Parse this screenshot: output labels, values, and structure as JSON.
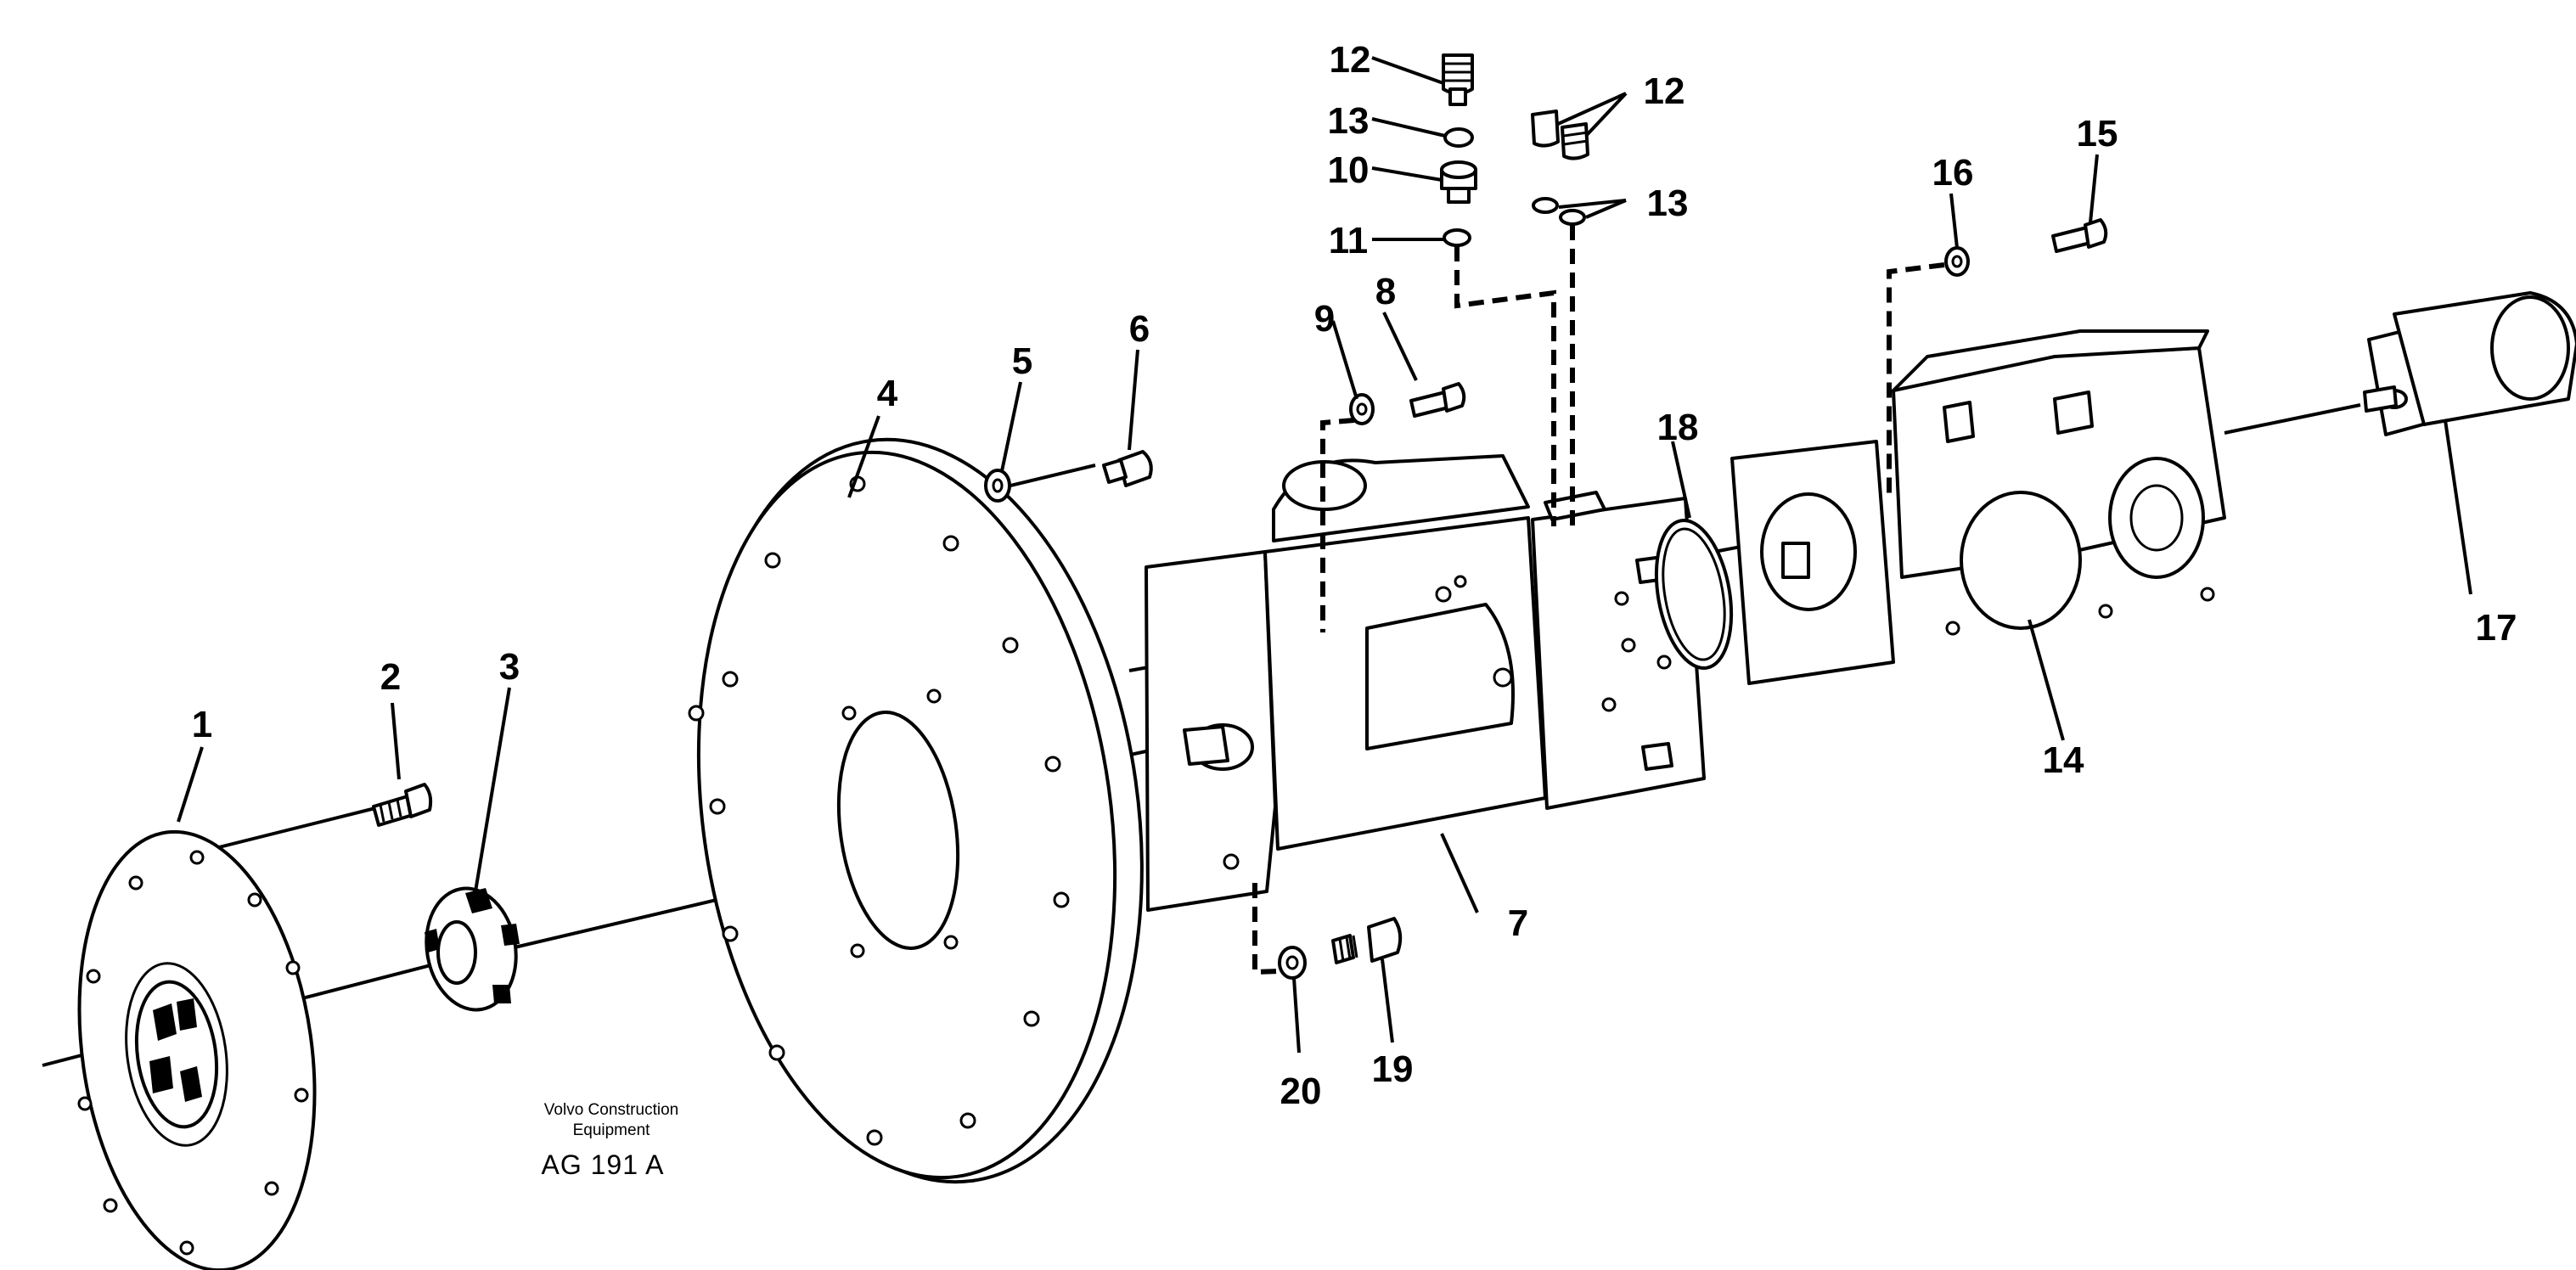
{
  "diagram": {
    "callouts": {
      "c1": "1",
      "c2": "2",
      "c3": "3",
      "c4": "4",
      "c5": "5",
      "c6": "6",
      "c7": "7",
      "c8": "8",
      "c9": "9",
      "c10": "10",
      "c11": "11",
      "c12a": "12",
      "c12b": "12",
      "c13a": "13",
      "c13b": "13",
      "c14": "14",
      "c15": "15",
      "c16": "16",
      "c17": "17",
      "c18": "18",
      "c19": "19",
      "c20": "20"
    },
    "caption": {
      "company": "Volvo Construction Equipment",
      "reference": "AG 191 A"
    }
  }
}
